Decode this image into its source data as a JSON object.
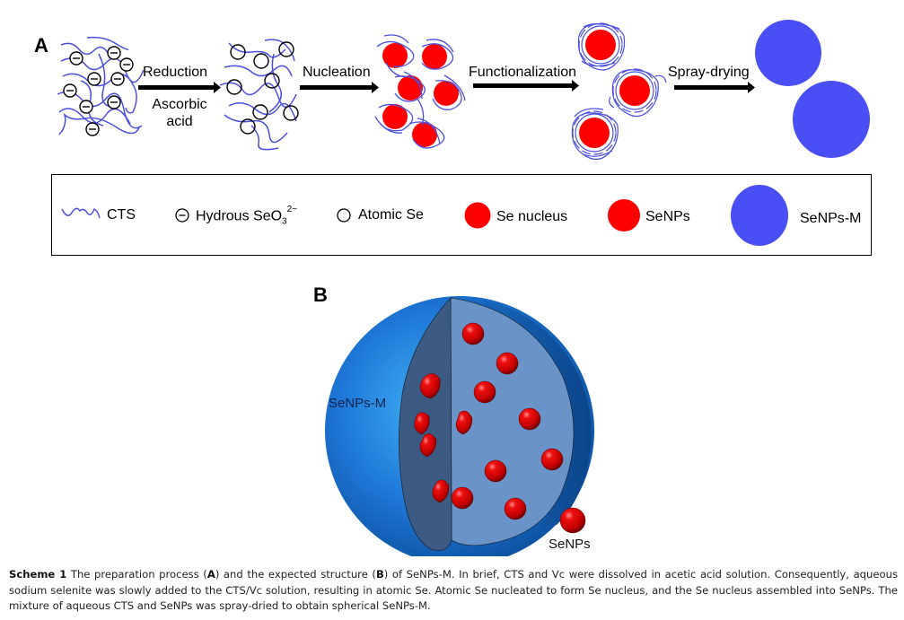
{
  "panel_a": {
    "label": "A",
    "steps": [
      {
        "label": "Reduction",
        "sublabel_line1": "Ascorbic",
        "sublabel_line2": "acid"
      },
      {
        "label": "Nucleation"
      },
      {
        "label": "Functionalization"
      },
      {
        "label": "Spray-drying"
      }
    ],
    "ion_symbol": "−"
  },
  "legend": {
    "items": [
      {
        "name": "CTS",
        "icon": "wavy-line-icon"
      },
      {
        "name": "Hydrous SeO",
        "subscript": "3",
        "superscript": "2−",
        "icon": "circled-minus-icon"
      },
      {
        "name": "Atomic Se",
        "icon": "open-circle-icon"
      },
      {
        "name": "Se nucleus",
        "icon": "small-red-circle-icon"
      },
      {
        "name": "SeNPs",
        "icon": "red-circle-icon"
      },
      {
        "name": "SeNPs-M",
        "icon": "blue-circle-icon"
      }
    ]
  },
  "panel_b": {
    "label": "B",
    "sphere_label": "SeNPs-M",
    "particle_label": "SeNPs"
  },
  "caption": {
    "title": "Scheme 1",
    "part1": " The preparation process (",
    "bold_a": "A",
    "part2": ") and the expected structure (",
    "bold_b": "B",
    "part3": ") of SeNPs-M. In brief, CTS and Vc were dissolved in acetic acid solution. Consequently, aqueous sodium selenite was slowly added to the CTS/Vc solution, resulting in atomic Se. Atomic Se nucleated to form Se nucleus, and the Se nucleus assembled into SeNPs. The mixture of aqueous CTS and SeNPs was spray-dried to obtain spherical SeNPs-M."
  },
  "colors": {
    "cts_blue": "#4b4fe0",
    "se_red": "#ff0000",
    "senps_m_blue": "#4a4ff5",
    "sphere_blue": "#1e78d8",
    "cut_face_light": "#6a93c8",
    "cut_face_dark": "#3d5a82",
    "rim_dark": "#0f4f96"
  }
}
